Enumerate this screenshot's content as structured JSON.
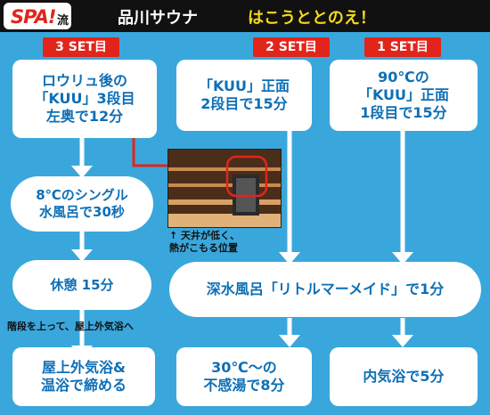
{
  "header": {
    "logo": "SPA!",
    "logo_suffix": "流",
    "title_white": "品川サウナ",
    "title_yellow": "はこうととのえ！"
  },
  "labels": [
    "3 SET目",
    "2 SET目",
    "1 SET目"
  ],
  "colors": {
    "background": "#3aa7dc",
    "label_red": "#e1251b",
    "text_blue": "#0e6fb5",
    "highlight_yellow": "#f5d81c"
  },
  "set3": {
    "step1": "ロウリュ後の\n「KUU」3段目\n左奥で12分",
    "step2": "8℃のシングル\n水風呂で30秒",
    "step3": "休憩 15分",
    "step4": "屋上外気浴&\n温浴で締める",
    "note": "階段を上って、屋上外気浴へ"
  },
  "set2": {
    "step1": "「KUU」正面\n2段目で15分",
    "step3": "30℃〜の\n不感湯で8分"
  },
  "set1": {
    "step1": "90℃の\n「KUU」正面\n1段目で15分",
    "step3": "内気浴で5分"
  },
  "shared": {
    "cold_bath": "深水風呂「リトルマーメイド」で1分"
  },
  "photo_caption": "↑ 天井が低く、\n熱がこもる位置"
}
